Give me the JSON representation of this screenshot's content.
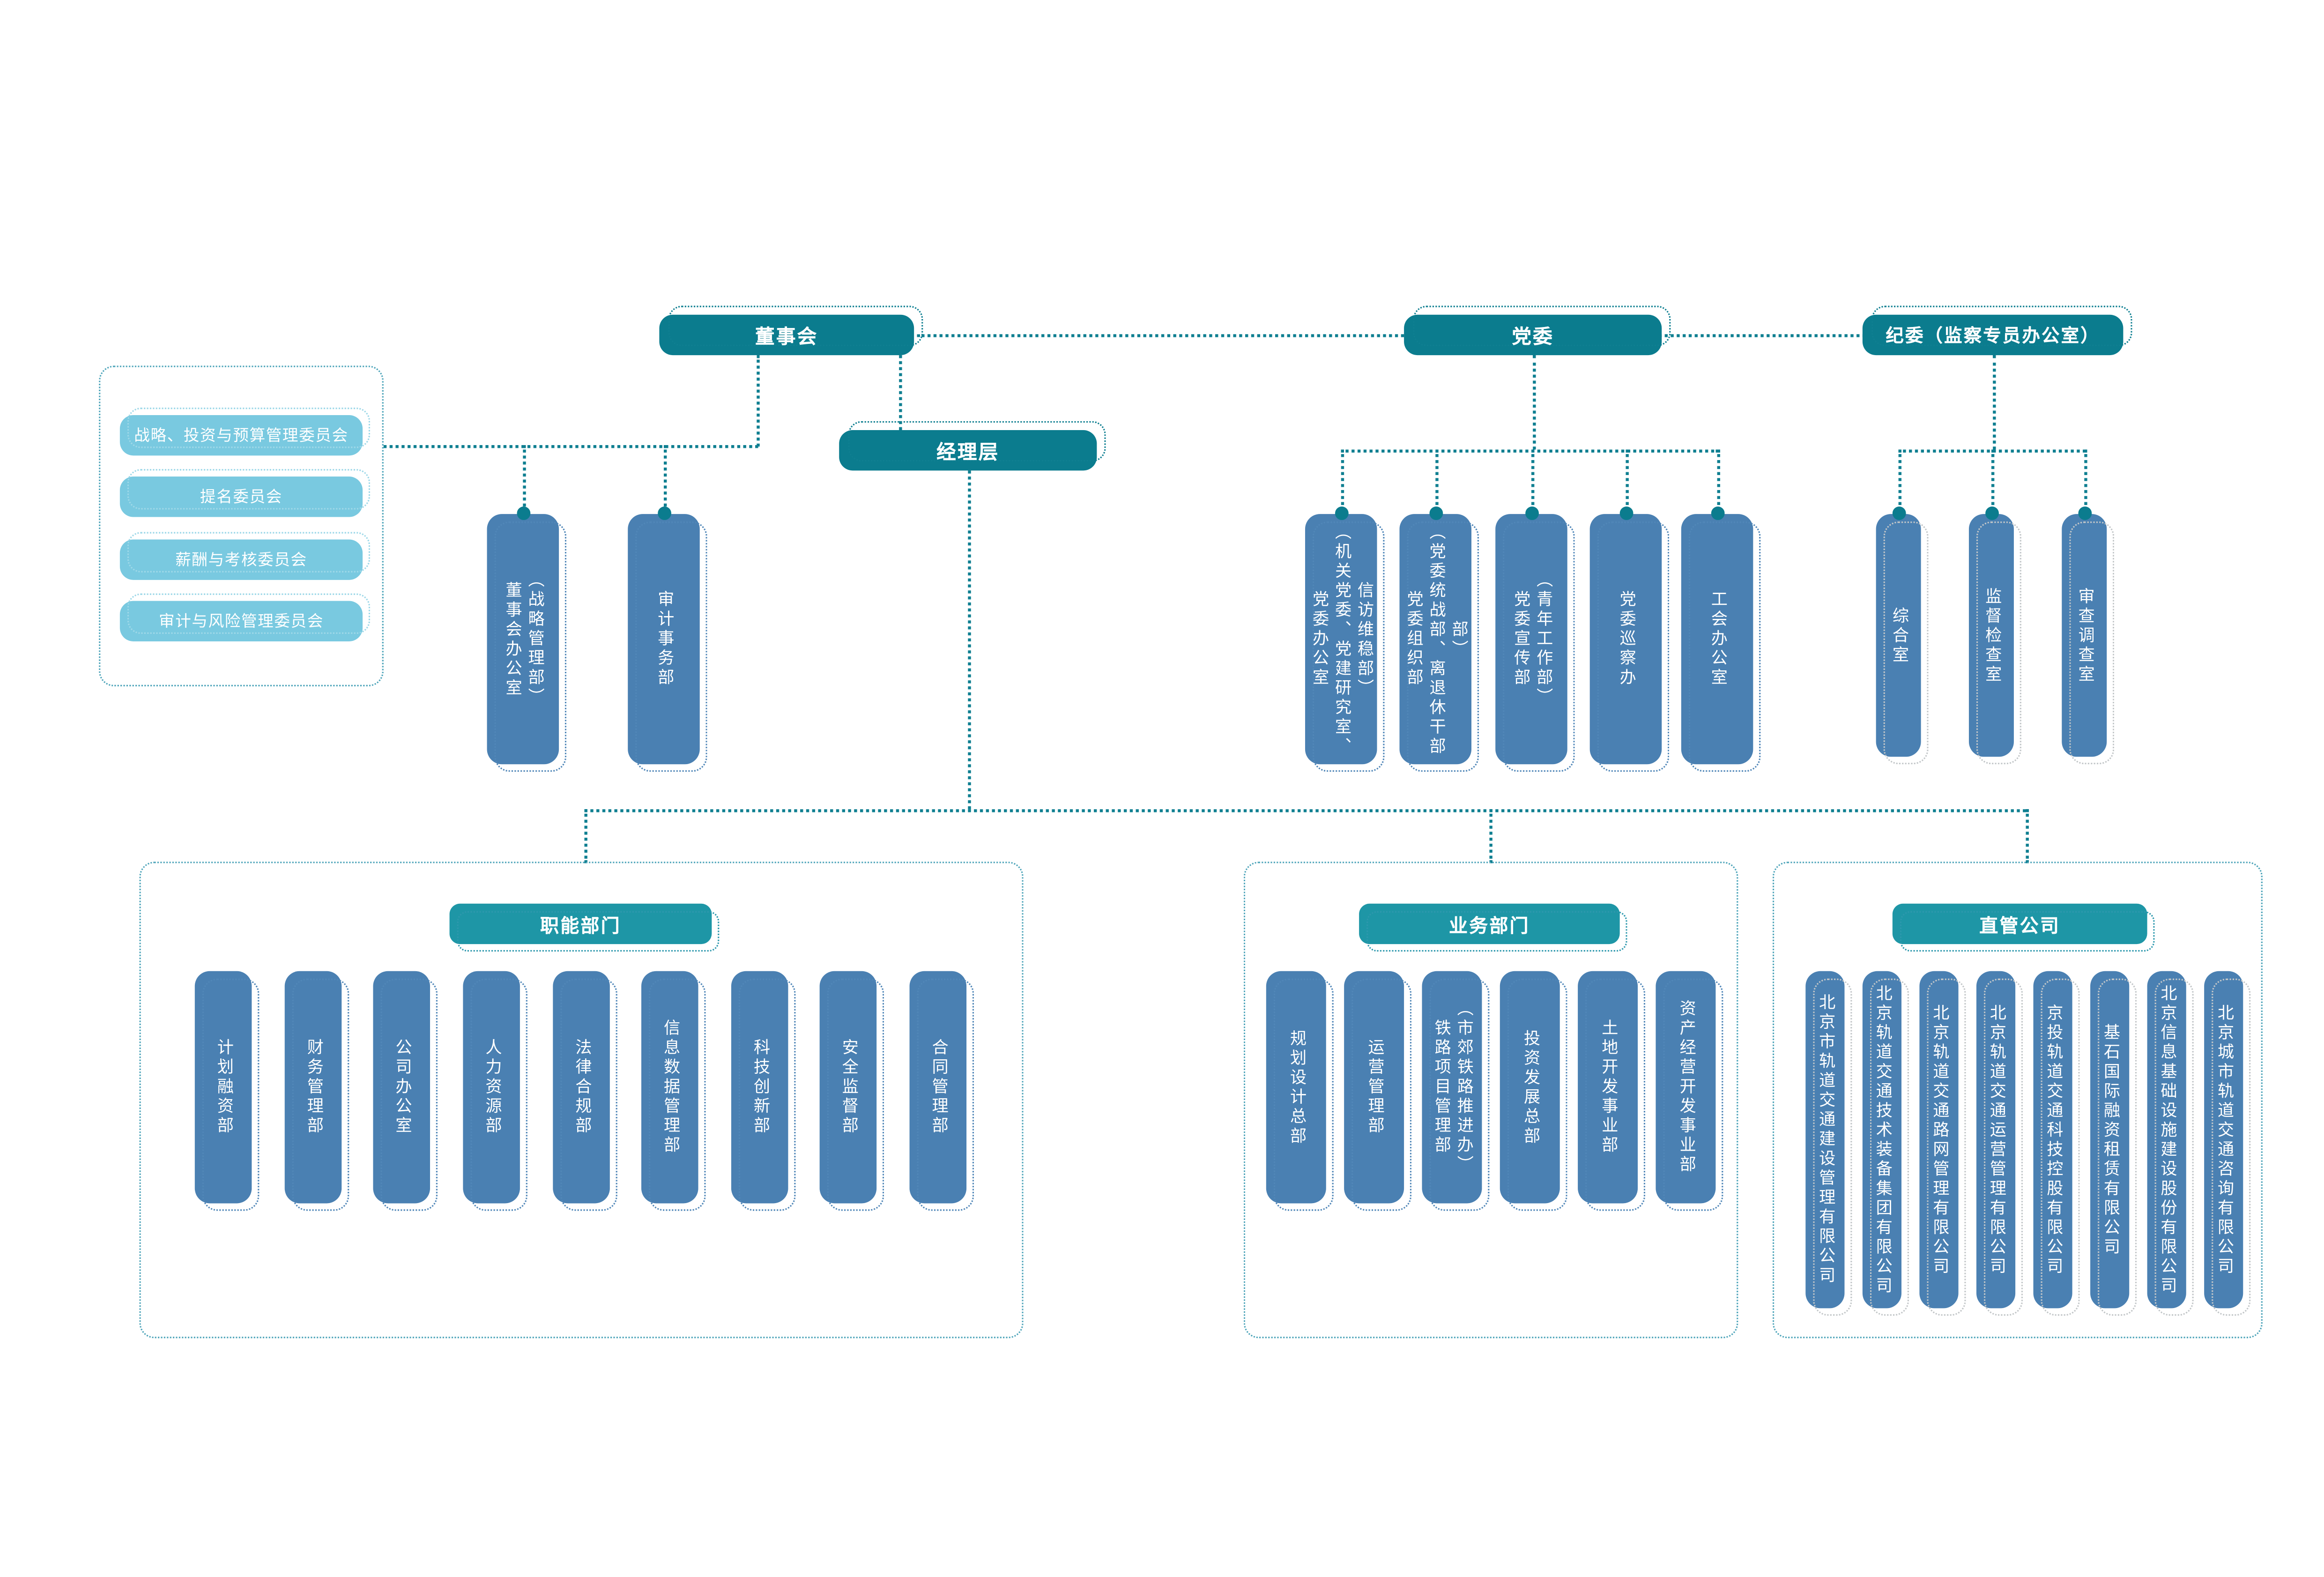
{
  "palette": {
    "teal_primary": "#0b7c8e",
    "teal_header": "#1e96a6",
    "steel_blue": "#4a80b2",
    "light_blue": "#79c9e0",
    "connector": "#0f7f91",
    "ghost_gray": "#c3c7c9",
    "background": "#ffffff"
  },
  "top": {
    "board_label": "董事会",
    "party_label": "党委",
    "discipline_label": "纪委（监察专员办公室）",
    "management_label": "经理层"
  },
  "committees": {
    "items": [
      {
        "label": "战略、投资与预算管理委员会"
      },
      {
        "label": "提名委员会"
      },
      {
        "label": "薪酬与考核委员会"
      },
      {
        "label": "审计与风险管理委员会"
      }
    ]
  },
  "board_children": [
    {
      "label": "董事会办公室\n（战略管理部）"
    },
    {
      "label": "审计事务部"
    }
  ],
  "party_children": [
    {
      "label": "党委办公室\n（机关党委、党建研究室、\n信访维稳部）"
    },
    {
      "label": "党委组织部\n（党委统战部、离退休干部部）"
    },
    {
      "label": "党委宣传部\n（青年工作部）"
    },
    {
      "label": "党委巡察办"
    },
    {
      "label": "工会办公室"
    }
  ],
  "discipline_children": [
    {
      "label": "综合室"
    },
    {
      "label": "监督检查室"
    },
    {
      "label": "审查调查室"
    }
  ],
  "sections": [
    {
      "title": "职能部门",
      "items": [
        {
          "label": "计划融资部"
        },
        {
          "label": "财务管理部"
        },
        {
          "label": "公司办公室"
        },
        {
          "label": "人力资源部"
        },
        {
          "label": "法律合规部"
        },
        {
          "label": "信息数据管理部"
        },
        {
          "label": "科技创新部"
        },
        {
          "label": "安全监督部"
        },
        {
          "label": "合同管理部"
        }
      ]
    },
    {
      "title": "业务部门",
      "items": [
        {
          "label": "规划设计总部"
        },
        {
          "label": "运营管理部"
        },
        {
          "label": "铁路项目管理部\n（市郊铁路推进办）"
        },
        {
          "label": "投资发展总部"
        },
        {
          "label": "土地开发事业部"
        },
        {
          "label": "资产经营开发事业部"
        }
      ]
    },
    {
      "title": "直管公司",
      "items": [
        {
          "label": "北京市轨道交通建设管理有限公司"
        },
        {
          "label": "北京轨道交通技术装备集团有限公司"
        },
        {
          "label": "北京轨道交通路网管理有限公司"
        },
        {
          "label": "北京轨道交通运营管理有限公司"
        },
        {
          "label": "京投轨道交通科技控股有限公司"
        },
        {
          "label": "基石国际融资租赁有限公司"
        },
        {
          "label": "北京信息基础设施建设股份有限公司"
        },
        {
          "label": "北京城市轨道交通咨询有限公司"
        }
      ]
    }
  ]
}
